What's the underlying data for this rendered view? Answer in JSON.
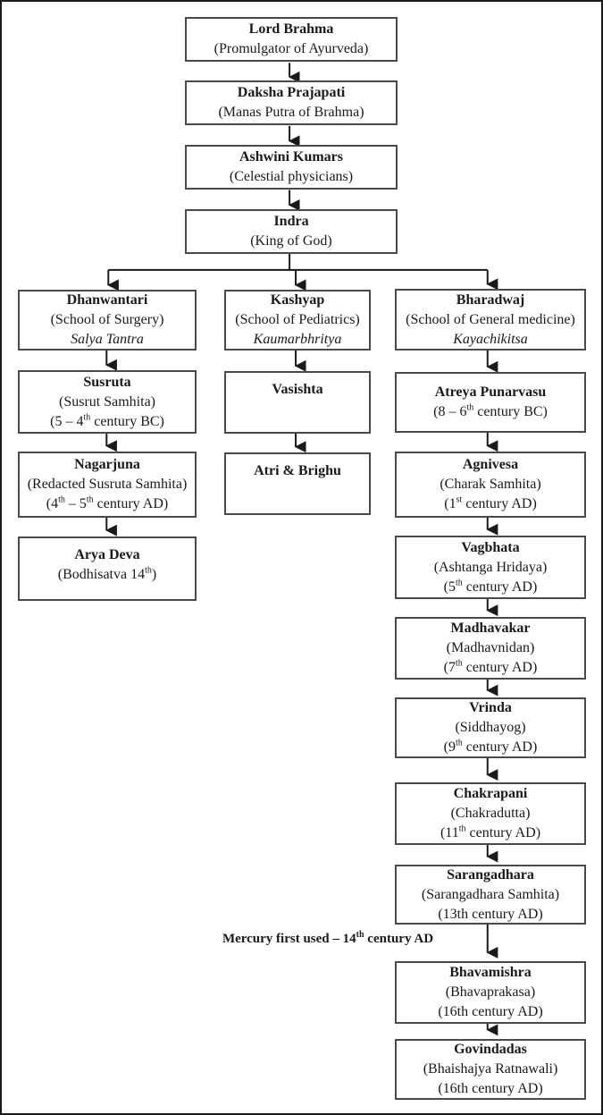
{
  "colors": {
    "background": "#ffffff",
    "outer_border": "#1a1a1a",
    "box_border": "#4a4a4a",
    "text": "#1a1a1a",
    "connector": "#1a1a1a"
  },
  "nodes": {
    "lord_brahma": {
      "title": "Lord Brahma",
      "lines": [
        "(Promulgator of Ayurveda)"
      ]
    },
    "daksha_prajapati": {
      "title": "Daksha Prajapati",
      "lines": [
        "(Manas Putra of Brahma)"
      ]
    },
    "ashwini_kumars": {
      "title": "Ashwini Kumars",
      "lines": [
        "(Celestial physicians)"
      ]
    },
    "indra": {
      "title": "Indra",
      "lines": [
        "(King of God)"
      ]
    },
    "dhanwantari": {
      "title": "Dhanwantari",
      "lines": [
        "(School of Surgery)",
        "Salya Tantra"
      ]
    },
    "susruta": {
      "title": "Susruta",
      "lines": [
        "(Susrut Samhita)",
        "(5 – 4^{th} century BC)"
      ]
    },
    "nagarjuna": {
      "title": "Nagarjuna",
      "lines": [
        "(Redacted Susruta Samhita)",
        "(4^{th} – 5^{th} century AD)"
      ]
    },
    "arya_deva": {
      "title": "Arya Deva",
      "lines": [
        "(Bodhisatva 14^{th})"
      ]
    },
    "kashyap": {
      "title": "Kashyap",
      "lines": [
        "(School of Pediatrics)",
        "Kaumarbhritya"
      ]
    },
    "vasishta": {
      "title": "Vasishta",
      "lines": []
    },
    "atri_brighu": {
      "title": "Atri & Brighu",
      "lines": []
    },
    "bharadwaj": {
      "title": "Bharadwaj",
      "lines": [
        "(School of General medicine)",
        "Kayachikitsa"
      ]
    },
    "atreya_punarvasu": {
      "title": "Atreya Punarvasu",
      "lines": [
        "(8 – 6^{th} century BC)"
      ]
    },
    "agnivesa": {
      "title": "Agnivesa",
      "lines": [
        "(Charak Samhita)",
        "(1^{st} century AD)"
      ]
    },
    "vagbhata": {
      "title": "Vagbhata",
      "lines": [
        "(Ashtanga Hridaya)",
        "(5^{th} century AD)"
      ]
    },
    "madhavakar": {
      "title": "Madhavakar",
      "lines": [
        "(Madhavnidan)",
        "(7^{th} century AD)"
      ]
    },
    "vrinda": {
      "title": "Vrinda",
      "lines": [
        "(Siddhayog)",
        "(9^{th} century AD)"
      ]
    },
    "chakrapani": {
      "title": "Chakrapani",
      "lines": [
        "(Chakradutta)",
        "(11^{th} century AD)"
      ]
    },
    "sarangadhara": {
      "title": "Sarangadhara",
      "lines": [
        "(Sarangadhara Samhita)",
        "(13th century AD)"
      ]
    },
    "bhavamishra": {
      "title": "Bhavamishra",
      "lines": [
        "(Bhavaprakasa)",
        "(16th century AD)"
      ]
    },
    "govindadas": {
      "title": "Govindadas",
      "lines": [
        "(Bhaishajya Ratnawali)",
        "(16th century AD)"
      ]
    }
  },
  "annotation": {
    "mercury_note": "Mercury first used – 14^{th} century AD"
  },
  "edges": [
    {
      "from": "lord_brahma",
      "to": "daksha_prajapati"
    },
    {
      "from": "daksha_prajapati",
      "to": "ashwini_kumars"
    },
    {
      "from": "ashwini_kumars",
      "to": "indra"
    },
    {
      "from": "indra",
      "to": "dhanwantari"
    },
    {
      "from": "indra",
      "to": "kashyap"
    },
    {
      "from": "indra",
      "to": "bharadwaj"
    },
    {
      "from": "dhanwantari",
      "to": "susruta"
    },
    {
      "from": "susruta",
      "to": "nagarjuna"
    },
    {
      "from": "nagarjuna",
      "to": "arya_deva"
    },
    {
      "from": "kashyap",
      "to": "vasishta"
    },
    {
      "from": "vasishta",
      "to": "atri_brighu"
    },
    {
      "from": "bharadwaj",
      "to": "atreya_punarvasu"
    },
    {
      "from": "atreya_punarvasu",
      "to": "agnivesa"
    },
    {
      "from": "agnivesa",
      "to": "vagbhata"
    },
    {
      "from": "vagbhata",
      "to": "madhavakar"
    },
    {
      "from": "madhavakar",
      "to": "vrinda"
    },
    {
      "from": "vrinda",
      "to": "chakrapani"
    },
    {
      "from": "chakrapani",
      "to": "sarangadhara"
    },
    {
      "from": "sarangadhara",
      "to": "bhavamishra"
    },
    {
      "from": "bhavamishra",
      "to": "govindadas"
    }
  ]
}
